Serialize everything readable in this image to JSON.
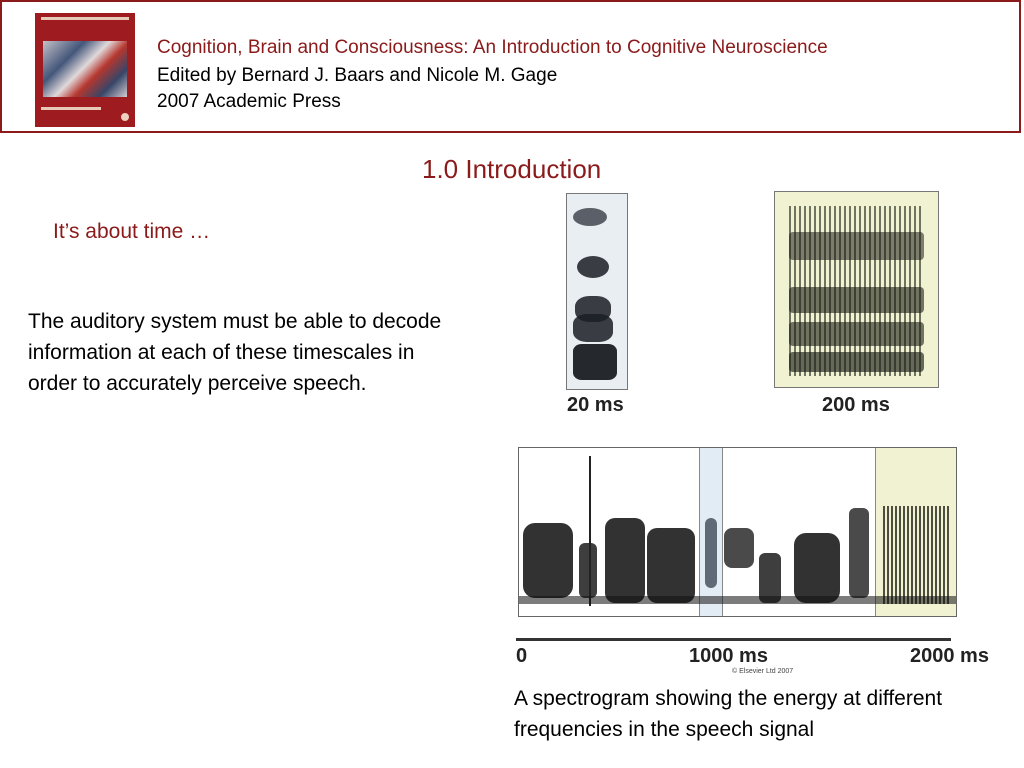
{
  "header": {
    "book_title": "Cognition, Brain and Consciousness: An Introduction to Cognitive Neuroscience",
    "editors": "Edited by Bernard J. Baars and Nicole M. Gage",
    "publisher": "2007 Academic Press"
  },
  "slide": {
    "section_title": "1.0 Introduction",
    "subheading": "It’s about time …",
    "body": "The auditory system must be able to decode information at each of these timescales in order to accurately perceive speech."
  },
  "figure": {
    "label_20": "20 ms",
    "label_200": "200 ms",
    "axis": {
      "tick_0": "0",
      "tick_1000": "1000 ms",
      "tick_2000": "2000 ms"
    },
    "copyright": "© Elsevier Ltd 2007",
    "caption": "A spectrogram showing the energy at different frequencies in the speech signal"
  },
  "colors": {
    "accent": "#8b1a1a",
    "highlight_blue": "#e2ecf4",
    "highlight_yellow": "#f1f2d2"
  }
}
